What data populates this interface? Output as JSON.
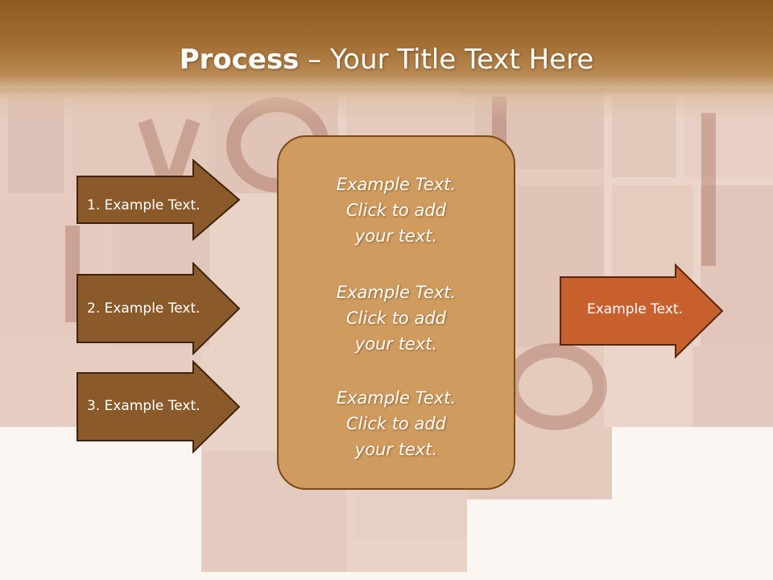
{
  "slide": {
    "title_bold": "Process",
    "title_rest": " – Your Title Text Here"
  },
  "left_arrows": [
    {
      "label": "1. Example Text."
    },
    {
      "label": "2. Example Text."
    },
    {
      "label": "3. Example Text."
    }
  ],
  "center_box": {
    "paragraphs": [
      {
        "line1": "Example Text.",
        "line2": "Click  to add",
        "line3": "your text."
      },
      {
        "line1": "Example Text.",
        "line2": "Click  to add",
        "line3": "your text."
      },
      {
        "line1": "Example Text.",
        "line2": "Click  to add",
        "line3": "your text."
      }
    ]
  },
  "right_arrow": {
    "label": "Example Text."
  },
  "colors": {
    "left_arrow_fill": "#8a5a2b",
    "left_arrow_border": "#3e2408",
    "center_box_fill": "#cf9b5e",
    "right_arrow_fill": "#c8602e",
    "header_top": "#8c5a22"
  }
}
